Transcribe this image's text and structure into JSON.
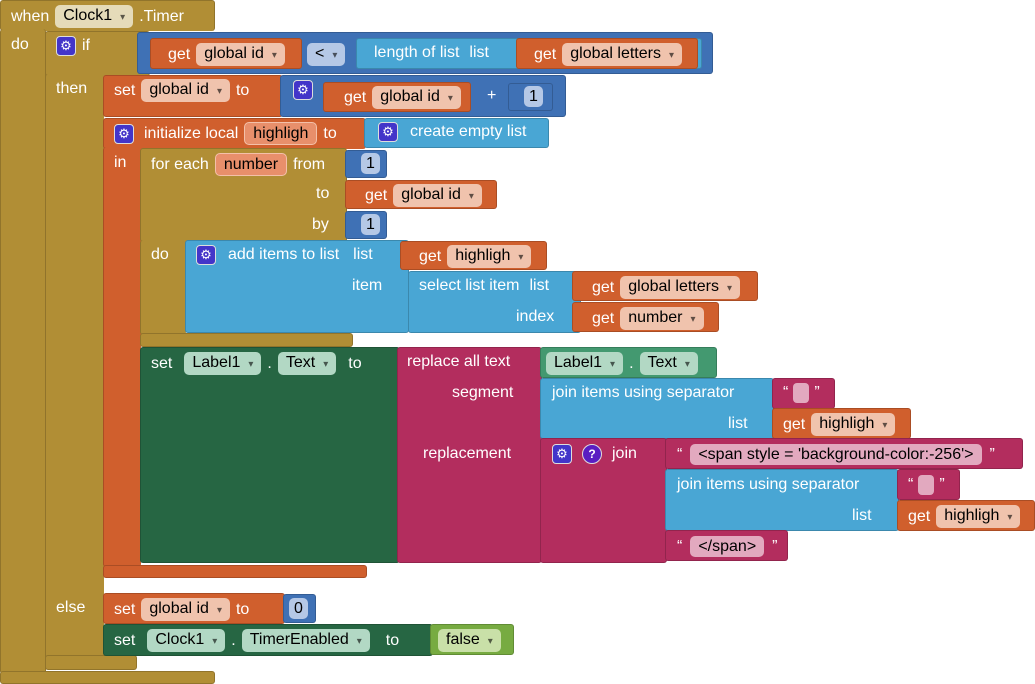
{
  "event": {
    "when": "when",
    "component": "Clock1",
    "event_name": ".Timer",
    "do": "do"
  },
  "if_block": {
    "if": "if",
    "then": "then",
    "else": "else"
  },
  "cond": {
    "get": "get",
    "var": "global id",
    "op": "<",
    "length_label": "length of list",
    "list_label": "list",
    "get2": "get",
    "var2": "global letters"
  },
  "set1": {
    "set": "set",
    "var": "global id",
    "to": "to",
    "get": "get",
    "var2": "global id",
    "plus": "+",
    "num": "1"
  },
  "init": {
    "label": "initialize local",
    "var": "highligh",
    "to": "to",
    "in": "in",
    "create": "create empty list"
  },
  "foreach": {
    "label": "for each",
    "var": "number",
    "from": "from",
    "to": "to",
    "by": "by",
    "do": "do",
    "from_val": "1",
    "by_val": "1",
    "get": "get",
    "to_var": "global id"
  },
  "additems": {
    "label": "add items to list",
    "list": "list",
    "item": "item",
    "get": "get",
    "var": "highligh",
    "select": "select list item",
    "select_list": "list",
    "index": "index",
    "get2": "get",
    "var2": "global letters",
    "get3": "get",
    "var3": "number"
  },
  "setlabel": {
    "set": "set",
    "component": "Label1",
    "dot": ".",
    "prop": "Text",
    "to": "to"
  },
  "replace": {
    "label": "replace all text",
    "segment": "segment",
    "replacement": "replacement",
    "component": "Label1",
    "dot": ".",
    "prop": "Text"
  },
  "join1": {
    "label": "join items using separator",
    "list": "list",
    "get": "get",
    "var": "highligh"
  },
  "join": {
    "label": "join",
    "text1": "<span style = 'background-color:-256'>",
    "text2": "</span>",
    "open_q": "“",
    "close_q": "”"
  },
  "join2": {
    "label": "join items using separator",
    "list": "list",
    "get": "get",
    "var": "highligh"
  },
  "else_set": {
    "set": "set",
    "var": "global id",
    "to": "to",
    "num": "0"
  },
  "set_timer": {
    "set": "set",
    "component": "Clock1",
    "dot": ".",
    "prop": "TimerEnabled",
    "to": "to",
    "value": "false"
  },
  "icons": {
    "gear": "⚙",
    "help": "?",
    "dropdown": "▾"
  }
}
